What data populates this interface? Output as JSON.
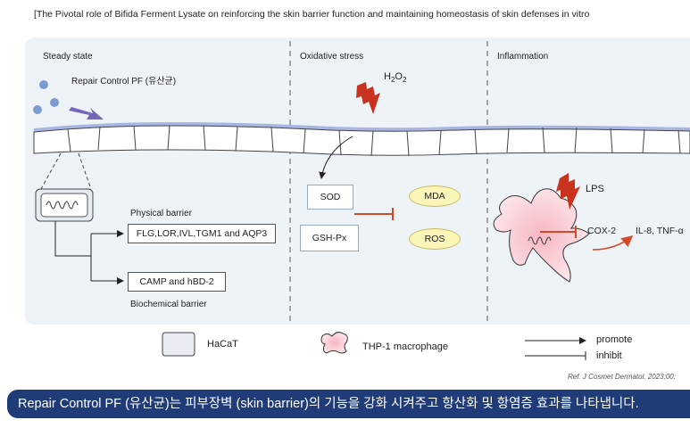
{
  "title": "[The Pivotal role of Bifida Ferment Lysate on reinforcing the skin barrier function and maintaining homeostasis of skin defenses in vitro",
  "sections": {
    "steady": "Steady state",
    "oxidative": "Oxidative stress",
    "inflammation": "Inflammation"
  },
  "steady_state": {
    "ingredient": "Repair Control PF (유산균)",
    "physical_barrier_label": "Physical barrier",
    "physical_genes": "FLG,LOR,IVL,TGM1 and AQP3",
    "biochemical_genes": "CAMP and hBD-2",
    "biochemical_barrier_label": "Biochemical barrier"
  },
  "oxidative_stress": {
    "stressor": "H",
    "stressor_sub": "2",
    "stressor_mid": "O",
    "stressor_sub2": "2",
    "enzymes": [
      "SOD",
      "GSH-Px"
    ],
    "markers": [
      "MDA",
      "ROS"
    ]
  },
  "inflammation": {
    "stressor": "LPS",
    "target": "COX-2",
    "cytokines": "IL-8, TNF-α"
  },
  "legend": {
    "hacat": "HaCaT",
    "macrophage": "THP-1 macrophage",
    "promote": "promote",
    "inhibit": "inhibit"
  },
  "reference": "Ref. J Cosmet Dermatol. 2023;00:",
  "banner": "Repair Control PF (유산균)는 피부장벽 (skin barrier)의 기능을 강화 시켜주고 항산화 및 항염증 효과를 나타냅니다.",
  "colors": {
    "panel": "#eef3f8",
    "inhibit_red": "#d24a2a",
    "lightning": "#c8321e",
    "oval_fill": "#fbf6b8",
    "banner": "#1f3b78"
  }
}
